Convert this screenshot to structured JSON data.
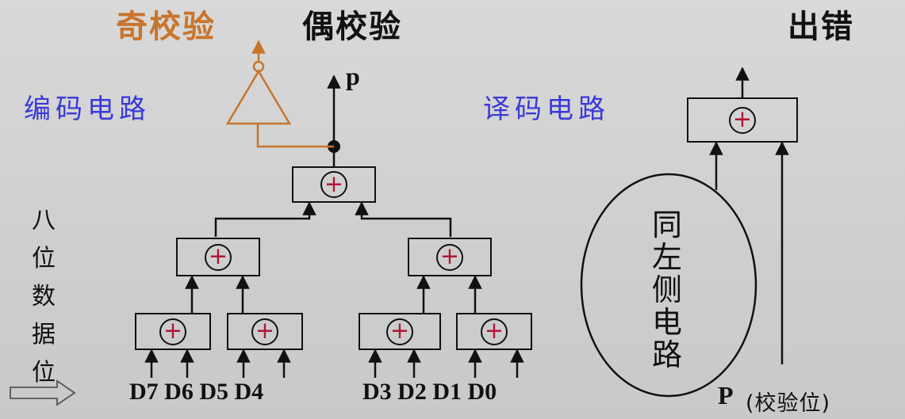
{
  "titles": {
    "odd": "奇校验",
    "even": "偶校验",
    "error": "出错"
  },
  "labels": {
    "encoder": "编码电路",
    "decoder": "译码电路",
    "p_out": "p",
    "p_check": "P",
    "p_check_note": "(校验位)"
  },
  "side_label": [
    "八",
    "位",
    "数",
    "据",
    "位"
  ],
  "ellipse_label": [
    "同",
    "左",
    "侧",
    "电",
    "路"
  ],
  "data_bits": {
    "group1": "D7 D6 D5 D4",
    "group2": "D3 D2 D1 D0"
  },
  "xor_symbol": "+",
  "colors": {
    "orange": "#c8752c",
    "blue": "#3a3ad8",
    "xor_red": "#b01535",
    "line": "#111111"
  },
  "icons": {
    "arrow": "right-arrow-icon",
    "inverter": "not-gate-icon",
    "xor": "xor-gate-icon"
  }
}
